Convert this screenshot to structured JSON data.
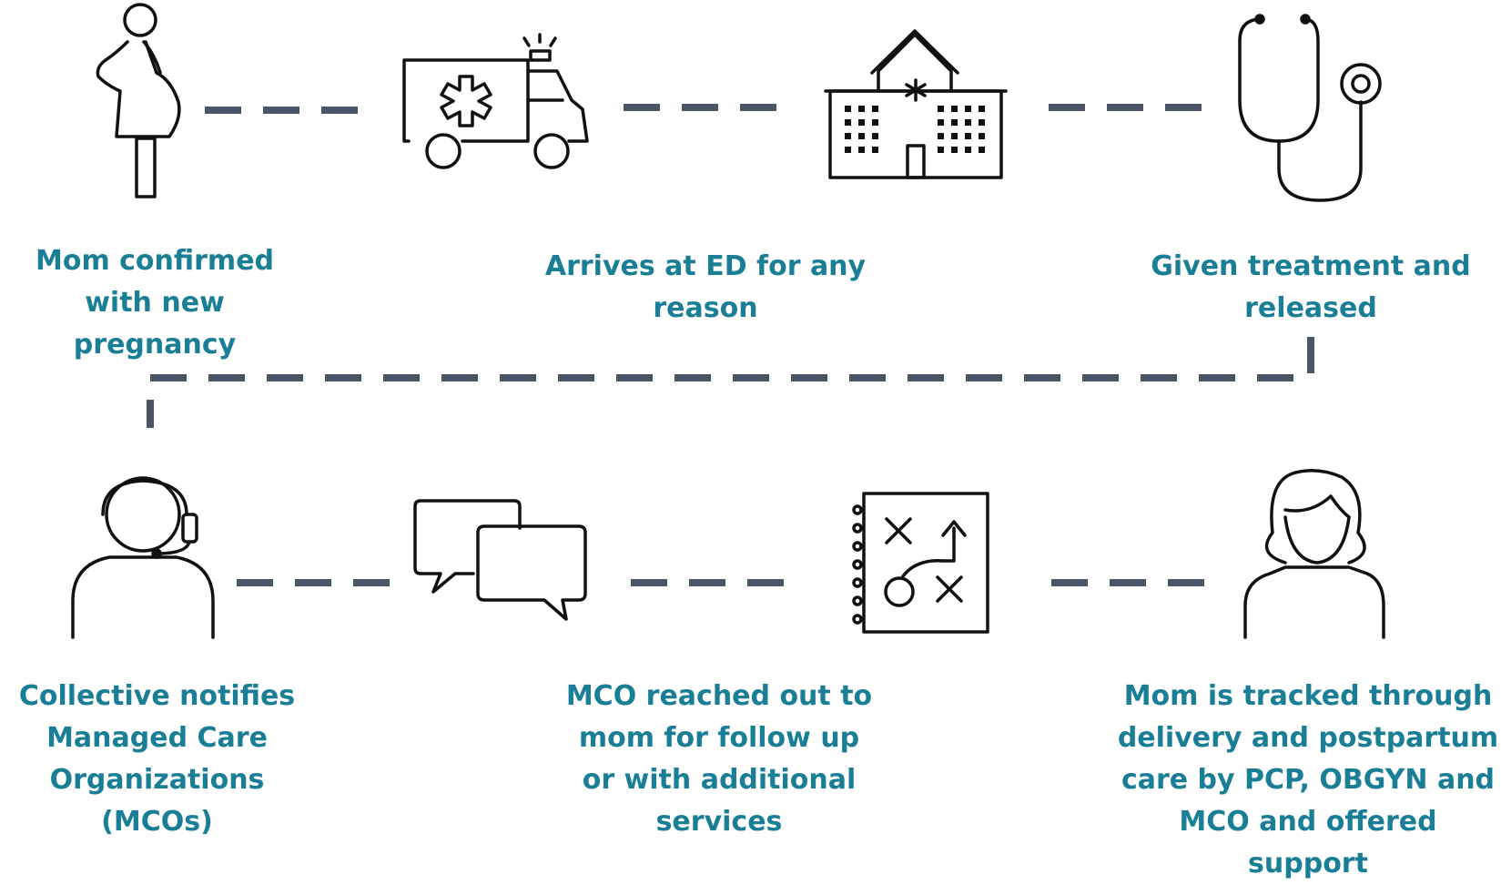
{
  "colors": {
    "caption_text": "#1a7f96",
    "icon_stroke": "#111111",
    "connector": "#4a5568"
  },
  "steps": [
    {
      "icon": "pregnant-woman-icon",
      "caption": "Mom confirmed\nwith new pregnancy"
    },
    {
      "icon": "ambulance-icon",
      "caption": "Arrives at ED for any\nreason"
    },
    {
      "icon": "hospital-icon",
      "caption": ""
    },
    {
      "icon": "stethoscope-icon",
      "caption": "Given treatment and\nreleased"
    },
    {
      "icon": "headset-agent-icon",
      "caption": "Collective notifies\nManaged Care\nOrganizations\n(MCOs)"
    },
    {
      "icon": "chat-bubbles-icon",
      "caption": ""
    },
    {
      "icon": "strategy-plan-icon",
      "caption": "MCO reached out to\nmom for follow up\nor with additional\nservices"
    },
    {
      "icon": "woman-icon",
      "caption": "Mom is tracked through\ndelivery and postpartum\ncare by PCP, OBGYN and\nMCO and offered support"
    }
  ]
}
